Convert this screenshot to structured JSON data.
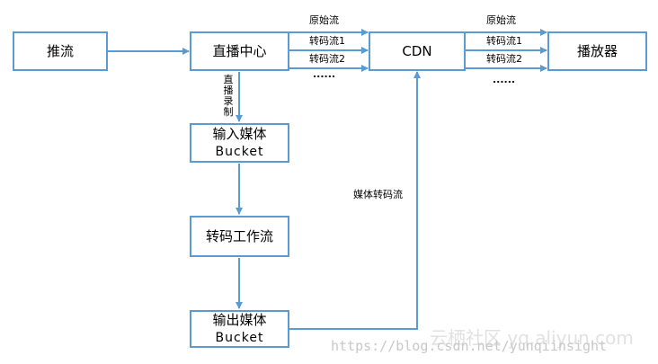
{
  "nodes": {
    "push": "推流",
    "live_center": "直播中心",
    "cdn": "CDN",
    "player": "播放器",
    "input_media": "输入媒体",
    "input_bucket": "Bucket",
    "transcode_workflow": "转码工作流",
    "output_media": "输出媒体",
    "output_bucket": "Bucket"
  },
  "edges": {
    "center_to_cdn": [
      "原始流",
      "转码流1",
      "转码流2",
      "......"
    ],
    "cdn_to_player": [
      "原始流",
      "转码流1",
      "转码流2",
      "......"
    ],
    "live_recording": "直播录制",
    "media_transcode_stream": "媒体转码流"
  },
  "watermark": {
    "brand": "云栖社区 yq.aliyun.com",
    "url": "https://blog.csdn.net/yunqiinsight"
  },
  "colors": {
    "box_border": "#5b9bd5",
    "arrow": "#5b9bd5",
    "text": "#000000"
  }
}
